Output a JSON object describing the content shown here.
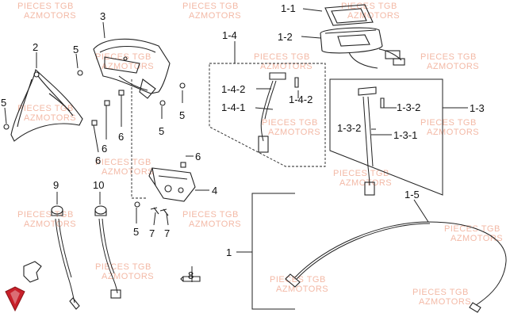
{
  "callouts": {
    "c1": "1",
    "c1_1": "1-1",
    "c1_2": "1-2",
    "c1_3": "1-3",
    "c1_3_1": "1-3-1",
    "c1_3_2a": "1-3-2",
    "c1_3_2b": "1-3-2",
    "c1_4": "1-4",
    "c1_4_1": "1-4-1",
    "c1_4_2a": "1-4-2",
    "c1_4_2b": "1-4-2",
    "c1_5": "1-5",
    "c2": "2",
    "c3": "3",
    "c4": "4",
    "c5a": "5",
    "c5b": "5",
    "c5c": "5",
    "c5d": "5",
    "c5e": "5",
    "c6a": "6",
    "c6b": "6",
    "c6c": "6",
    "c6d": "6",
    "c7a": "7",
    "c7b": "7",
    "c8": "8",
    "c9": "9",
    "c10": "10"
  },
  "watermark": {
    "line1": "PIECES TGB",
    "line2": "AZMOTORS"
  },
  "colors": {
    "ink": "#222222",
    "watermark": "#f3b9a6",
    "logo_red": "#c8202a"
  },
  "logo": {
    "icon": "brand-emblem-icon"
  }
}
